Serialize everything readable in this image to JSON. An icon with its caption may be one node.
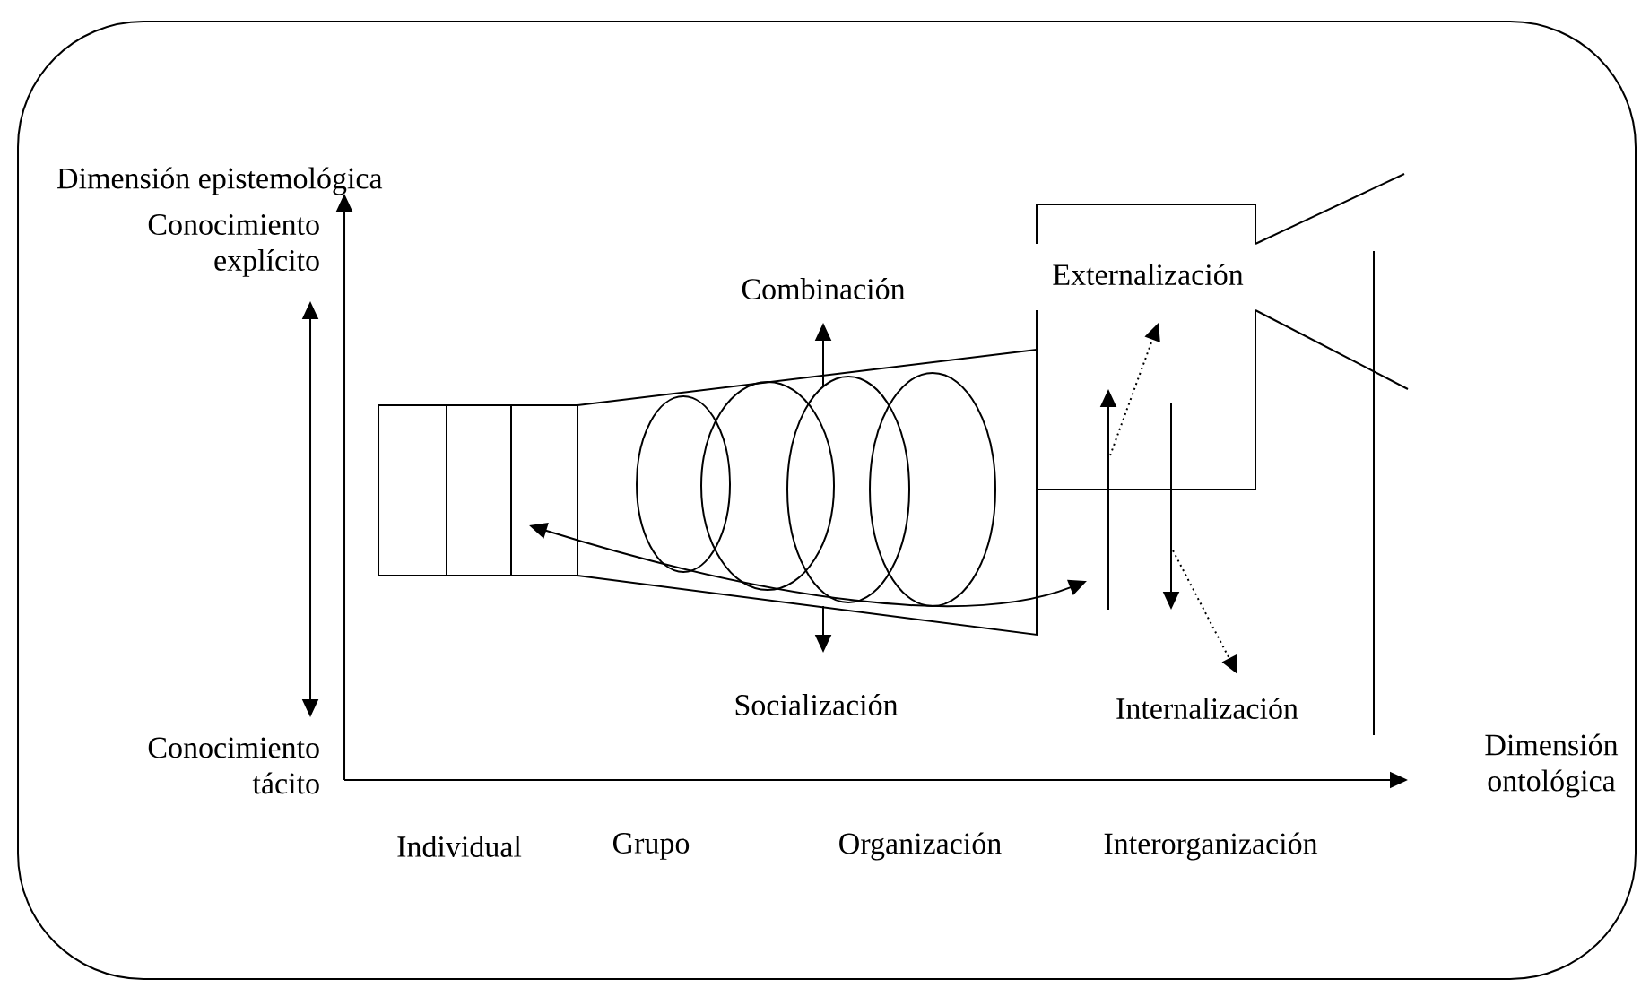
{
  "diagram": {
    "labels": [
      "Dimensión epistemológica",
      "Conocimiento explícito",
      "Combinación",
      "Externalización",
      "Socialización",
      "Internalización",
      "Conocimiento tácito",
      "Dimensión ontológica",
      "Individual",
      "Grupo",
      "Organización",
      "Interorganización"
    ]
  }
}
